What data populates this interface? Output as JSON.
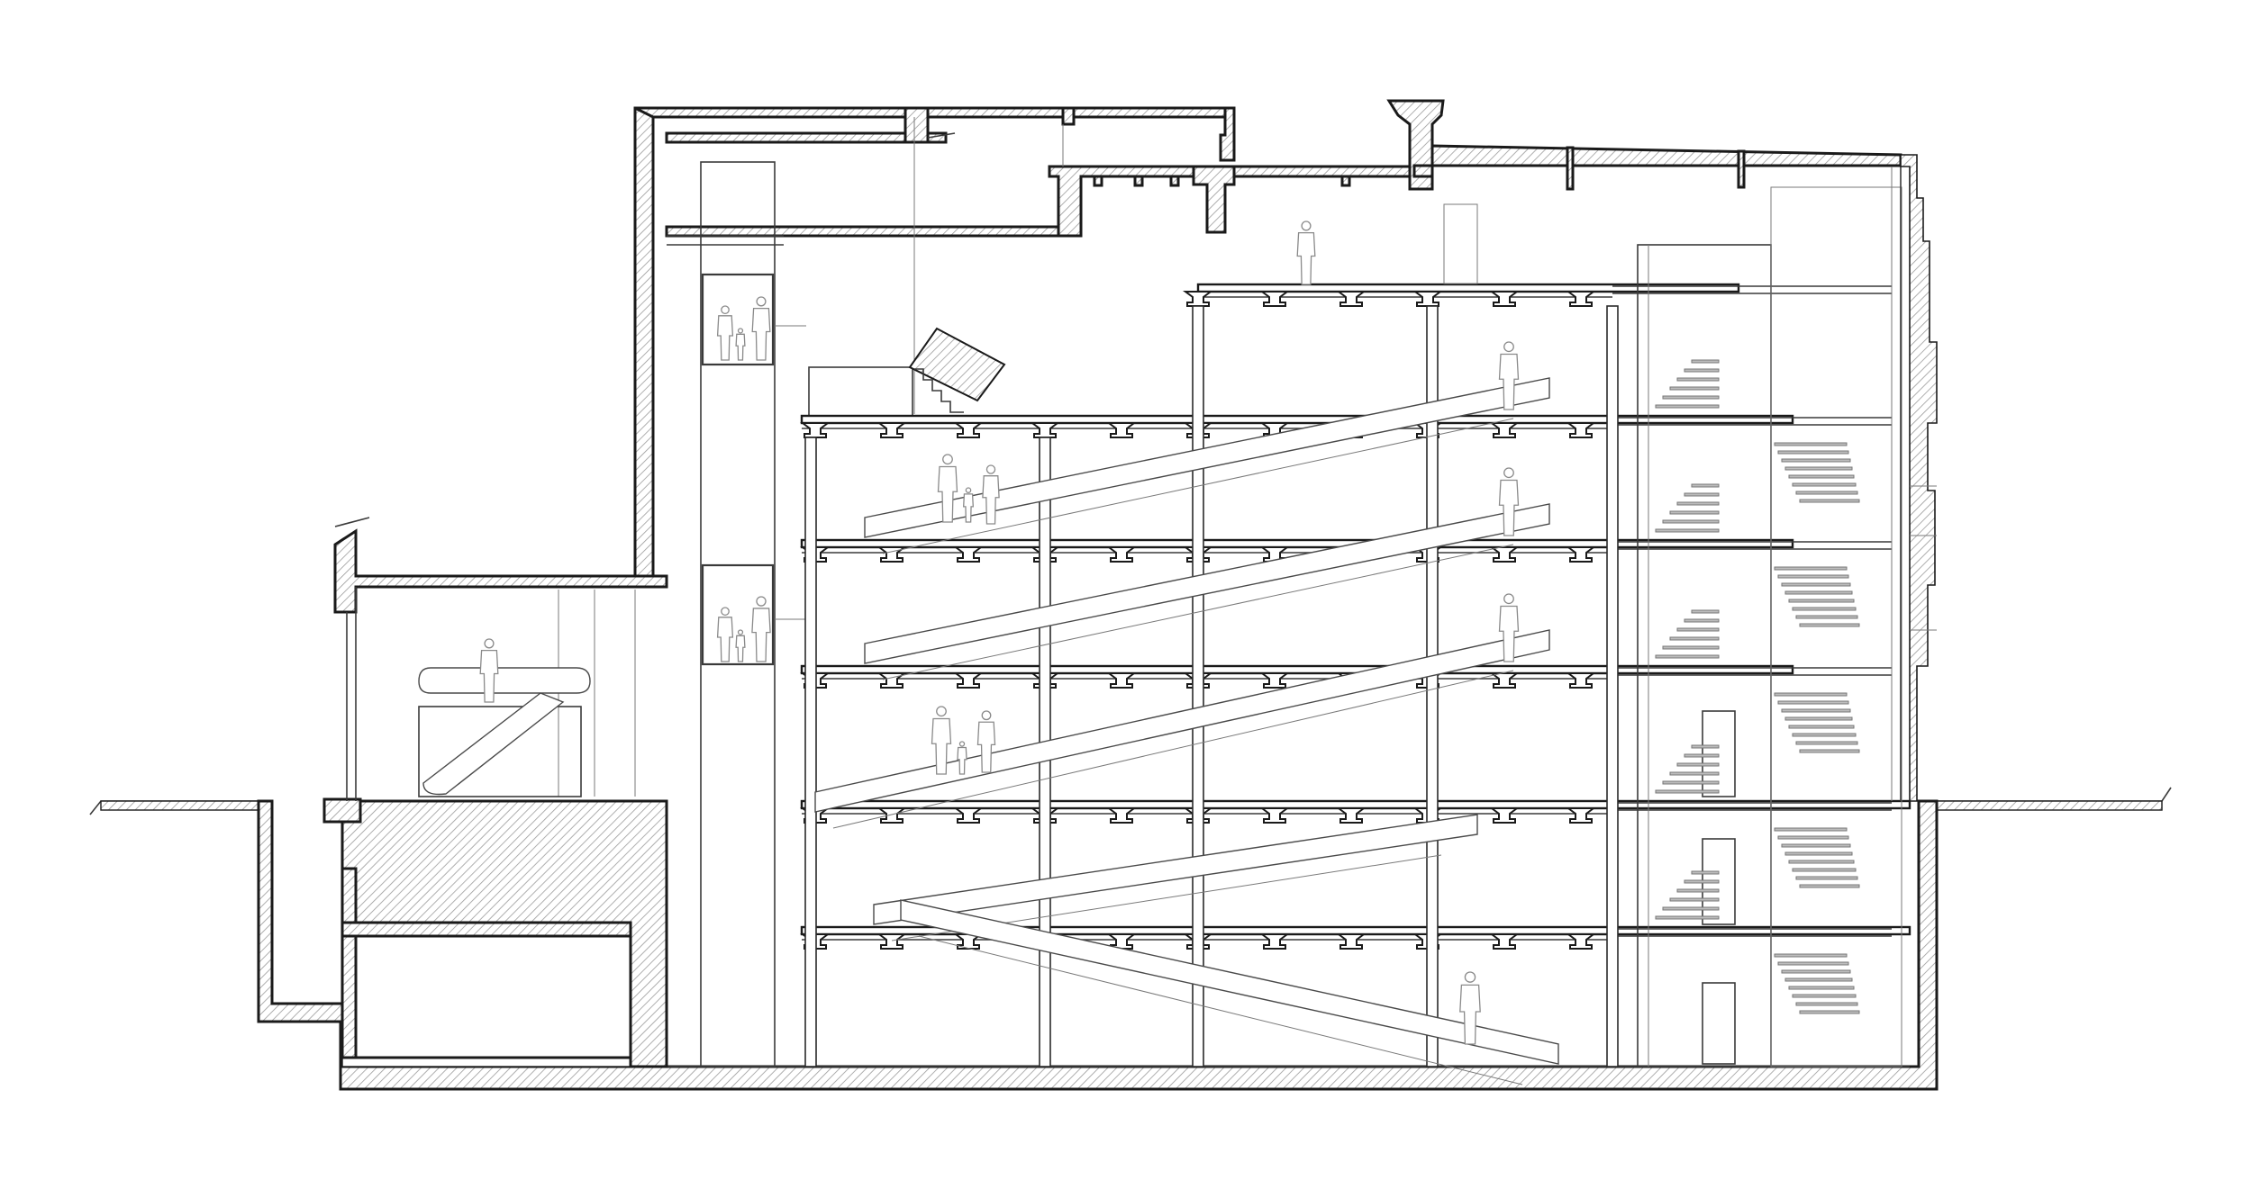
{
  "drawing": {
    "type": "building-section",
    "colors": {
      "line": "#1a1a1a",
      "hatch": "#9a9a9a",
      "figure": "#8a8a8a",
      "background": "#ffffff"
    },
    "elements": [
      "ground-line",
      "foundation-outline",
      "roof-outline",
      "lift-shaft",
      "lift-cabins",
      "floor-slabs",
      "columns",
      "escalators",
      "stair-tower",
      "facade",
      "human-figures"
    ]
  }
}
